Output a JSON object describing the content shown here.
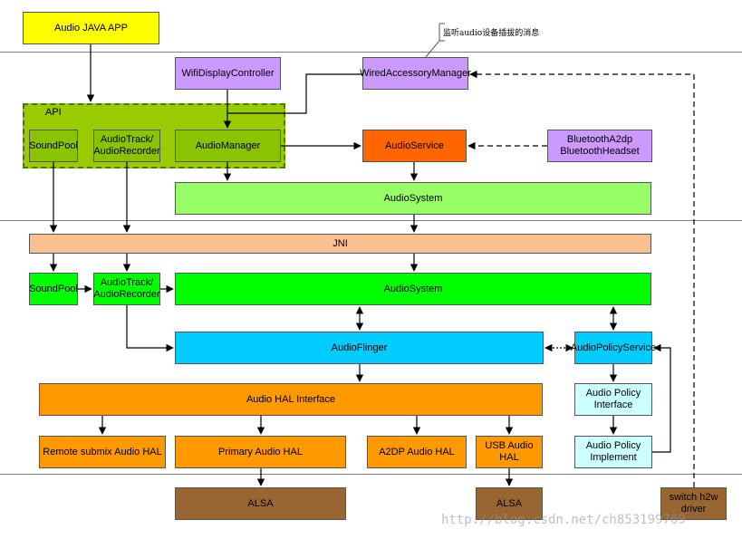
{
  "top_note": "监听audio设备插拔的消息",
  "watermark": "http://blog.csdn.net/ch853199769",
  "api_group_label": "API",
  "boxes": {
    "audio_java_app": "Audio JAVA APP",
    "wifi_display_controller": "WifiDisplayController",
    "wired_accessory_manager": "WiredAccessoryManager",
    "soundpool_java": "SoundPool",
    "audiotrack_java": "AudioTrack/\nAudioRecorder",
    "audio_manager": "AudioManager",
    "audio_service": "AudioService",
    "bluetooth": "BluetoothA2dp\nBluetoothHeadset",
    "audio_system_java": "AudioSystem",
    "jni": "JNI",
    "soundpool_native": "SoundPool",
    "audiotrack_native": "AudioTrack/\nAudioRecorder",
    "audio_system_native": "AudioSystem",
    "audio_flinger": "AudioFlinger",
    "audio_policy_service": "AudioPolicyService",
    "audio_hal_interface": "Audio HAL Interface",
    "audio_policy_interface": "Audio Policy\nInterface",
    "audio_policy_implement": "Audio Policy\nImplement",
    "remote_submix_hal": "Remote submix Audio HAL",
    "primary_audio_hal": "Primary Audio HAL",
    "a2dp_audio_hal": "A2DP Audio HAL",
    "usb_audio_hal": "USB Audio HAL",
    "alsa_primary": "ALSA",
    "alsa_usb": "ALSA",
    "switch_driver": "switch h2w\ndriver"
  },
  "colors": {
    "yellow": "#ffff00",
    "purple": "#cc99ff",
    "api_green": "#99cc00",
    "dark_green": "#8ac300",
    "orange_red": "#ff6600",
    "light_green": "#99ff66",
    "bright_green": "#00ff00",
    "peach": "#fac090",
    "cyan": "#00ccff",
    "light_cyan": "#ccffff",
    "orange": "#ff9900",
    "brown": "#996633"
  }
}
